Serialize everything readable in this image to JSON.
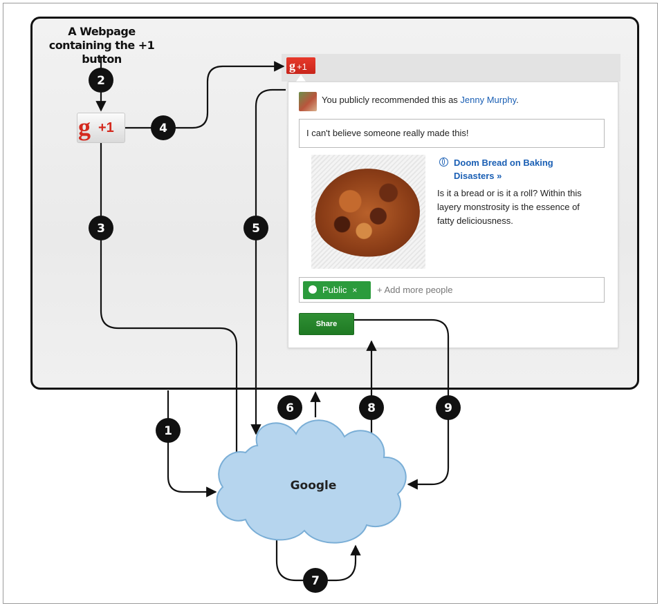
{
  "page_caption": "A Webpage containing the +1 button",
  "plus_button": {
    "g": "g",
    "label": "+1"
  },
  "popup": {
    "recommend_text": "You publicly recommended this as ",
    "user_name": "Jenny Murphy",
    "recommend_suffix": ".",
    "comment": "I can't believe someone really made this!",
    "link_title": "Doom Bread on Baking Disasters »",
    "description": "Is it a bread or is it a roll? Within this layery monstrosity is the essence of fatty deliciousness.",
    "chip_label": "Public",
    "chip_close": "×",
    "add_more": "+ Add more people",
    "share_label": "Share"
  },
  "cloud_label": "Google",
  "steps": [
    "1",
    "2",
    "3",
    "4",
    "5",
    "6",
    "7",
    "8",
    "9"
  ],
  "colors": {
    "cloud_fill": "#b6d5ee",
    "cloud_stroke": "#7aaed6",
    "plus_red": "#d42a1f",
    "share_green": "#1f7a23",
    "link_blue": "#1a5fb4"
  }
}
